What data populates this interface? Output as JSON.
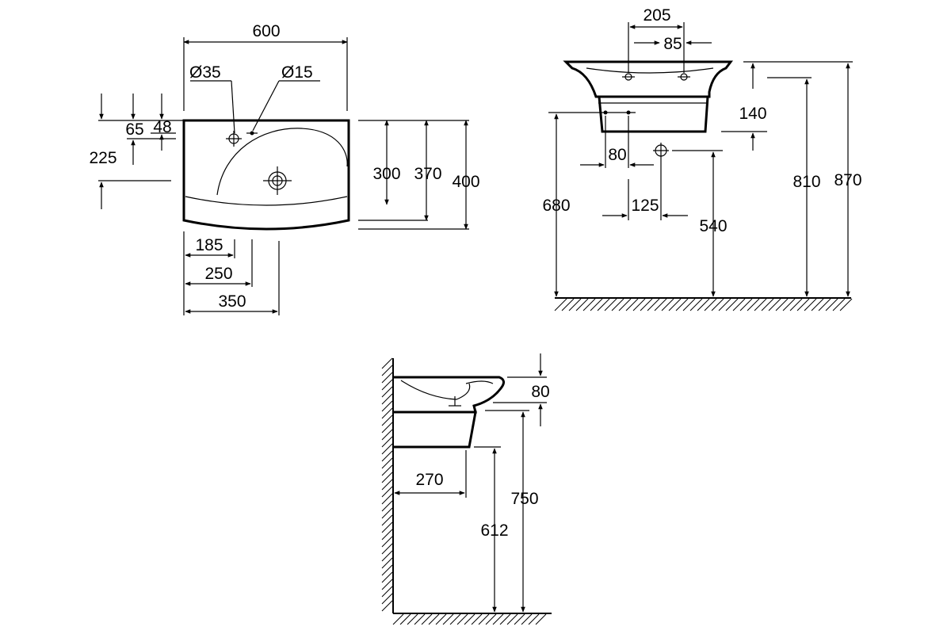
{
  "top_view": {
    "dims": {
      "width_600": "600",
      "hole_d35": "Ø35",
      "hole_d15": "Ø15",
      "dim_65": "65",
      "dim_48": "48",
      "dim_225": "225",
      "dim_300": "300",
      "dim_370": "370",
      "dim_400": "400",
      "dim_185": "185",
      "dim_250": "250",
      "dim_350": "350"
    }
  },
  "front_view": {
    "dims": {
      "dim_205": "205",
      "dim_85": "85",
      "dim_140": "140",
      "dim_80": "80",
      "dim_125": "125",
      "dim_680": "680",
      "dim_540": "540",
      "dim_810": "810",
      "dim_870": "870"
    }
  },
  "side_view": {
    "dims": {
      "dim_80": "80",
      "dim_270": "270",
      "dim_750": "750",
      "dim_612": "612"
    }
  }
}
